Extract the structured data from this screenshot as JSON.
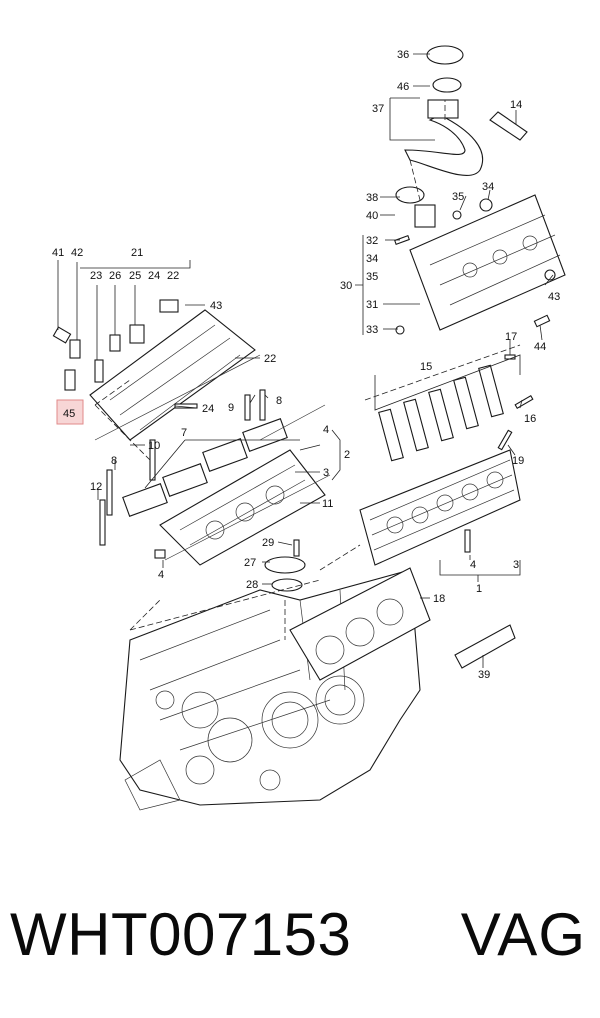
{
  "caption": {
    "part_number": "WHT007153",
    "brand": "VAG"
  },
  "highlight_color": "#f7d6d6",
  "callouts": {
    "c1": "1",
    "c2": "2",
    "c3": "3",
    "c4": "4",
    "c8": "8",
    "c10": "10",
    "c11": "11",
    "c12": "12",
    "c14": "14",
    "c15": "15",
    "c16": "16",
    "c17": "17",
    "c18": "18",
    "c19": "19",
    "c21": "21",
    "c22": "22",
    "c23": "23",
    "c24": "24",
    "c25": "25",
    "c26": "26",
    "c27": "27",
    "c28": "28",
    "c29": "29",
    "c30": "30",
    "c31": "31",
    "c32": "32",
    "c33": "33",
    "c34": "34",
    "c35": "35",
    "c36": "36",
    "c37": "37",
    "c38": "38",
    "c39": "39",
    "c40": "40",
    "c41": "41",
    "c42": "42",
    "c43": "43",
    "c44": "44",
    "c45": "45",
    "c46": "46",
    "c7": "7",
    "c9": "9"
  }
}
